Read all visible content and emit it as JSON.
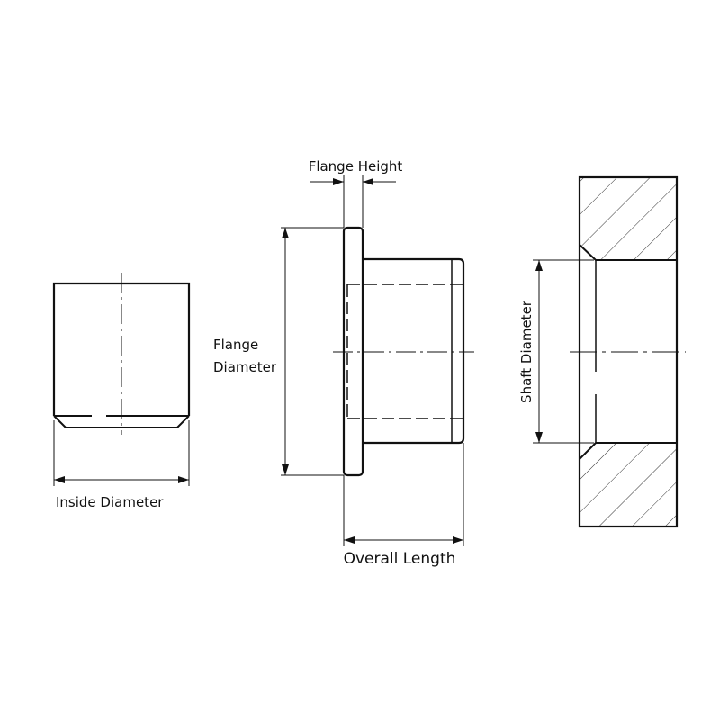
{
  "labels": {
    "inside_diameter": "Inside Diameter",
    "flange_height": "Flange Height",
    "flange_diameter_line1": "Flange",
    "flange_diameter_line2": "Diameter",
    "overall_length": "Overall Length",
    "shaft_diameter": "Shaft Diameter"
  },
  "colors": {
    "line": "#111111",
    "background": "#ffffff"
  }
}
